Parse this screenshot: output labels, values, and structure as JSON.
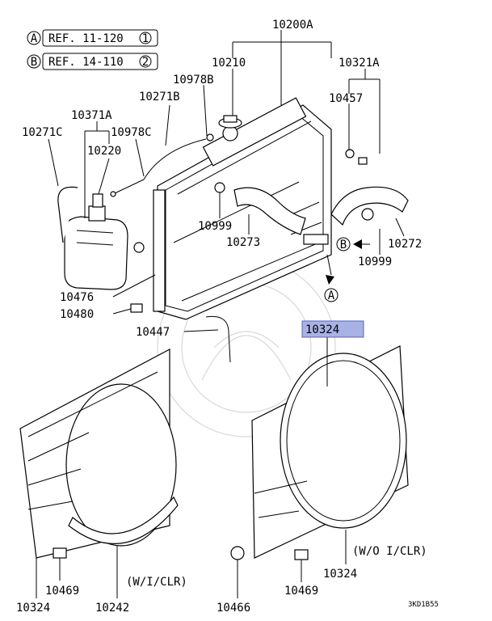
{
  "refs": [
    {
      "letter": "A",
      "text": "REF. 11-120",
      "num": "1"
    },
    {
      "letter": "B",
      "text": "REF. 14-110",
      "num": "2"
    }
  ],
  "labels": {
    "p10200A": "10200A",
    "p10210": "10210",
    "p10321A": "10321A",
    "p10978B": "10978B",
    "p10271B": "10271B",
    "p10457": "10457",
    "p10371A": "10371A",
    "p10271C": "10271C",
    "p10978C": "10978C",
    "p10220": "10220",
    "p10999a": "10999",
    "p10273": "10273",
    "p10272": "10272",
    "p10999b": "10999",
    "p10476": "10476",
    "p10480": "10480",
    "p10447": "10447",
    "p10324_hl": "10324",
    "p10469a": "10469",
    "p10324a": "10324",
    "p10242": "10242",
    "p10466": "10466",
    "p10469b": "10469",
    "p10324b": "10324"
  },
  "notes": {
    "with_cooler": "(W/I/CLR)",
    "without_cooler": "(W/O I/CLR)",
    "diagram_code": "3KD1B55"
  },
  "markers": {
    "A": "A",
    "B": "B"
  },
  "colors": {
    "highlight": "#a9b2e6"
  }
}
